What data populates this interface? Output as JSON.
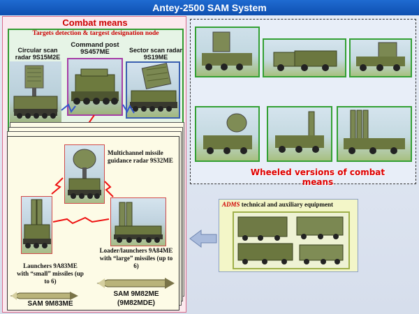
{
  "title": "Antey-2500 SAM System",
  "combat": {
    "title": "Combat means",
    "node_title": "Targets detection & targest designation  node",
    "circular_radar": "Circular scan radar 9S15M2E",
    "command_post": "Command post 9S457ME",
    "sector_radar": "Sector scan radar 9S19ME",
    "guidance_radar": "Multichannel missile guidance radar 9S32ME",
    "launchers": "Launchers 9A83ME with “small” missiles (up to 6)",
    "loaders": "Loader/launchers 9A84ME with “large” missiles (up to 6)",
    "missile_small": "SAM 9M83ME",
    "missile_large_1": "SAM 9M82ME",
    "missile_large_2": "(9M82MDE)"
  },
  "wheeled": {
    "title": "Wheeled versions of combat means"
  },
  "adms": {
    "prefix": "ADMS",
    "rest": " technical and auxiliary  equipment"
  },
  "colors": {
    "title_bar": "#1463c8",
    "combat_title": "#cc0000",
    "node_frame": "#2f9a2f",
    "wheeled_title": "#e00000",
    "arrow": "#8fa6c8"
  }
}
